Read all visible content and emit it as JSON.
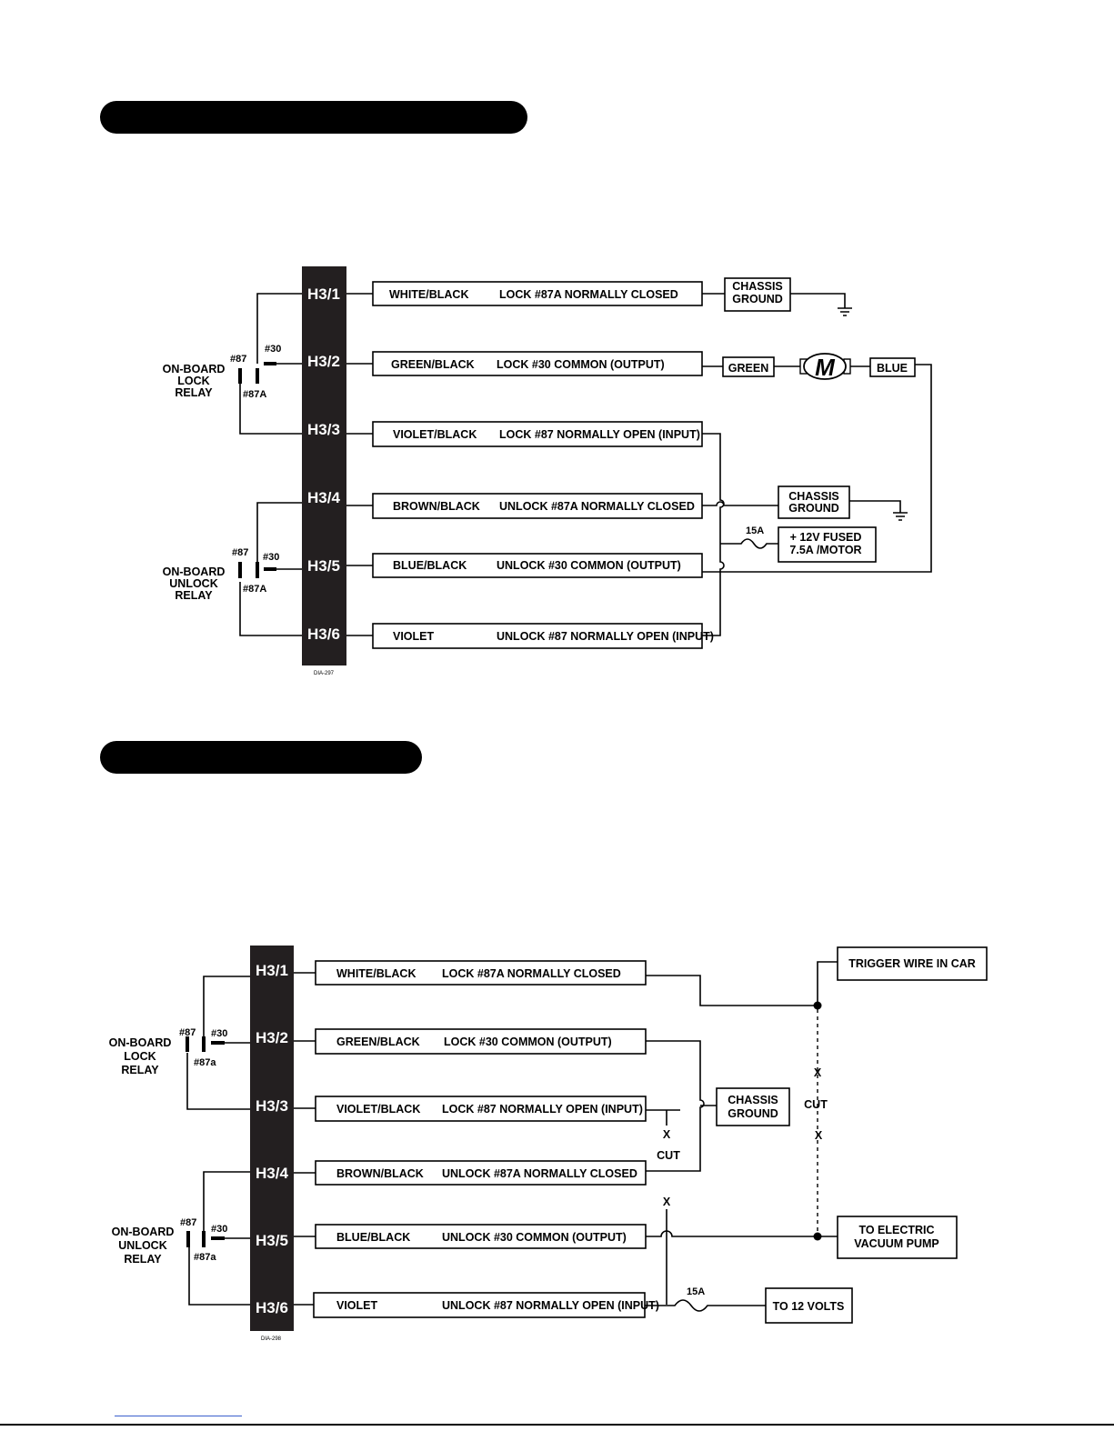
{
  "diagram1": {
    "pins": [
      "H3/1",
      "H3/2",
      "H3/3",
      "H3/4",
      "H3/5",
      "H3/6"
    ],
    "wires": [
      {
        "color": "WHITE/BLACK",
        "desc": "LOCK #87A NORMALLY CLOSED"
      },
      {
        "color": "GREEN/BLACK",
        "desc": "LOCK #30 COMMON (OUTPUT)"
      },
      {
        "color": "VIOLET/BLACK",
        "desc": "LOCK #87 NORMALLY OPEN (INPUT)"
      },
      {
        "color": "BROWN/BLACK",
        "desc": "UNLOCK #87A NORMALLY CLOSED"
      },
      {
        "color": "BLUE/BLACK",
        "desc": "UNLOCK #30 COMMON (OUTPUT)"
      },
      {
        "color": "VIOLET",
        "desc": "UNLOCK #87 NORMALLY OPEN (INPUT)"
      }
    ],
    "lock_relay": [
      "ON-BOARD",
      "LOCK",
      "RELAY"
    ],
    "unlock_relay": [
      "ON-BOARD",
      "UNLOCK",
      "RELAY"
    ],
    "relay_pins": {
      "p87": "#87",
      "p30": "#30",
      "p87a": "#87A"
    },
    "chassis_ground_1": [
      "CHASSIS",
      "GROUND"
    ],
    "chassis_ground_2": [
      "CHASSIS",
      "GROUND"
    ],
    "green": "GREEN",
    "motor": "M",
    "blue": "BLUE",
    "fuse": "15A",
    "power": [
      "+ 12V FUSED",
      "7.5A /MOTOR"
    ],
    "code": "DIA-297"
  },
  "diagram2": {
    "pins": [
      "H3/1",
      "H3/2",
      "H3/3",
      "H3/4",
      "H3/5",
      "H3/6"
    ],
    "wires": [
      {
        "color": "WHITE/BLACK",
        "desc": "LOCK #87A NORMALLY CLOSED"
      },
      {
        "color": "GREEN/BLACK",
        "desc": "LOCK #30 COMMON (OUTPUT)"
      },
      {
        "color": "VIOLET/BLACK",
        "desc": "LOCK #87 NORMALLY OPEN (INPUT)"
      },
      {
        "color": "BROWN/BLACK",
        "desc": "UNLOCK #87A NORMALLY CLOSED"
      },
      {
        "color": "BLUE/BLACK",
        "desc": "UNLOCK #30 COMMON (OUTPUT)"
      },
      {
        "color": "VIOLET",
        "desc": "UNLOCK #87 NORMALLY OPEN (INPUT)"
      }
    ],
    "lock_relay": [
      "ON-BOARD",
      "LOCK",
      "RELAY"
    ],
    "unlock_relay": [
      "ON-BOARD",
      "UNLOCK",
      "RELAY"
    ],
    "relay_pins": {
      "p87": "#87",
      "p30": "#30",
      "p87a": "#87a"
    },
    "chassis_ground": [
      "CHASSIS",
      "GROUND"
    ],
    "trigger": "TRIGGER WIRE IN CAR",
    "vacuum": [
      "TO ELECTRIC",
      "VACUUM PUMP"
    ],
    "twelve": "TO 12 VOLTS",
    "fuse": "15A",
    "cut_mark": "X",
    "cut": "CUT",
    "code": "DIA-298"
  }
}
